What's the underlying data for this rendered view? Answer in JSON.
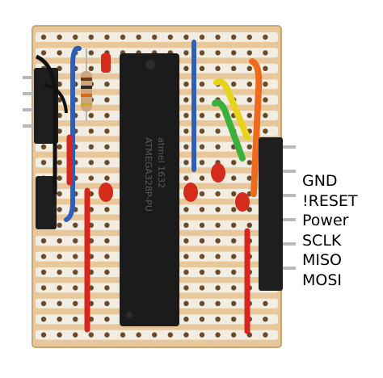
{
  "colors": {
    "board": "#e8c79a",
    "board_edge": "#c9a677",
    "copper_strip": "#f2ede3",
    "hole": "#6b4a2a",
    "chip": "#1b1b1b",
    "chip_text": "#4a4a4a",
    "wire_red": "#d7261e",
    "wire_blue": "#2f5fb8",
    "wire_yellow": "#e7d21c",
    "wire_green": "#3bb03a",
    "wire_orange": "#f06a1e",
    "wire_black": "#111111",
    "capacitor": "#d42b1a",
    "header_plastic": "#1e1e1e",
    "header_pin": "#b9b9b9",
    "resistor_body": "#cfa57d"
  },
  "chip": {
    "marking_lines": [
      "atmel 1632",
      "ATMEGA328P-PU"
    ]
  },
  "pin_labels": [
    "GND",
    "!RESET",
    "Power",
    "SCLK",
    "MISO",
    "MOSI"
  ],
  "icons": {
    "chip": "dip28-microcontroller",
    "resistor": "axial-resistor",
    "capacitor": "ceramic-capacitor",
    "header": "pin-header"
  }
}
